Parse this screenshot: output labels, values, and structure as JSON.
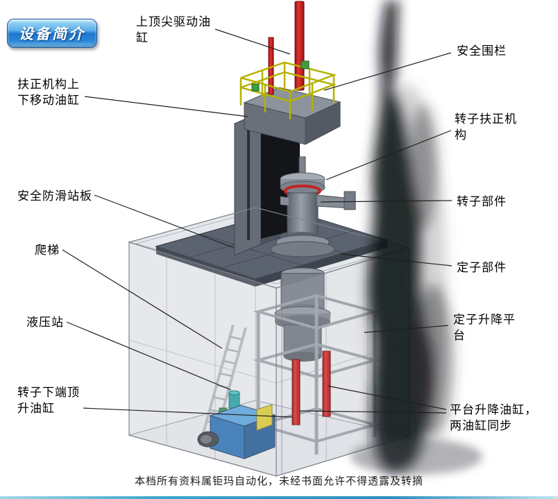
{
  "badge": {
    "label": "设备简介"
  },
  "labels": [
    {
      "id": "top-tip-drive-cylinder",
      "text": "上顶尖驱动油\n缸"
    },
    {
      "id": "safety-fence",
      "text": "安全围栏"
    },
    {
      "id": "centering-mechanism-updown-cylinder",
      "text": "扶正机构上\n下移动油缸"
    },
    {
      "id": "rotor-centering-mechanism",
      "text": "转子扶正机\n构"
    },
    {
      "id": "anti-slip-platform",
      "text": "安全防滑站板"
    },
    {
      "id": "rotor-part",
      "text": "转子部件"
    },
    {
      "id": "ladder",
      "text": "爬梯"
    },
    {
      "id": "stator-part",
      "text": "定子部件"
    },
    {
      "id": "hydraulic-station",
      "text": "液压站"
    },
    {
      "id": "stator-lift-platform",
      "text": "定子升降平\n台"
    },
    {
      "id": "rotor-bottom-jack-cylinder",
      "text": "转子下端顶\n升油缸"
    },
    {
      "id": "platform-lift-cylinders",
      "text": "平台升降油缸，\n两油缸同步"
    }
  ],
  "footer": {
    "watermark": "本档所有资料属钜玛自动化，未经书面允许不得透露及转摘"
  },
  "colors": {
    "badge_blue_light": "#7ec9f2",
    "badge_blue_dark": "#1565c0",
    "cylinder_red": "#cf2020",
    "railing_yellow": "#b9b600",
    "hydraulic_blue": "#2e72b4",
    "platform_gray": "#5c6370"
  }
}
